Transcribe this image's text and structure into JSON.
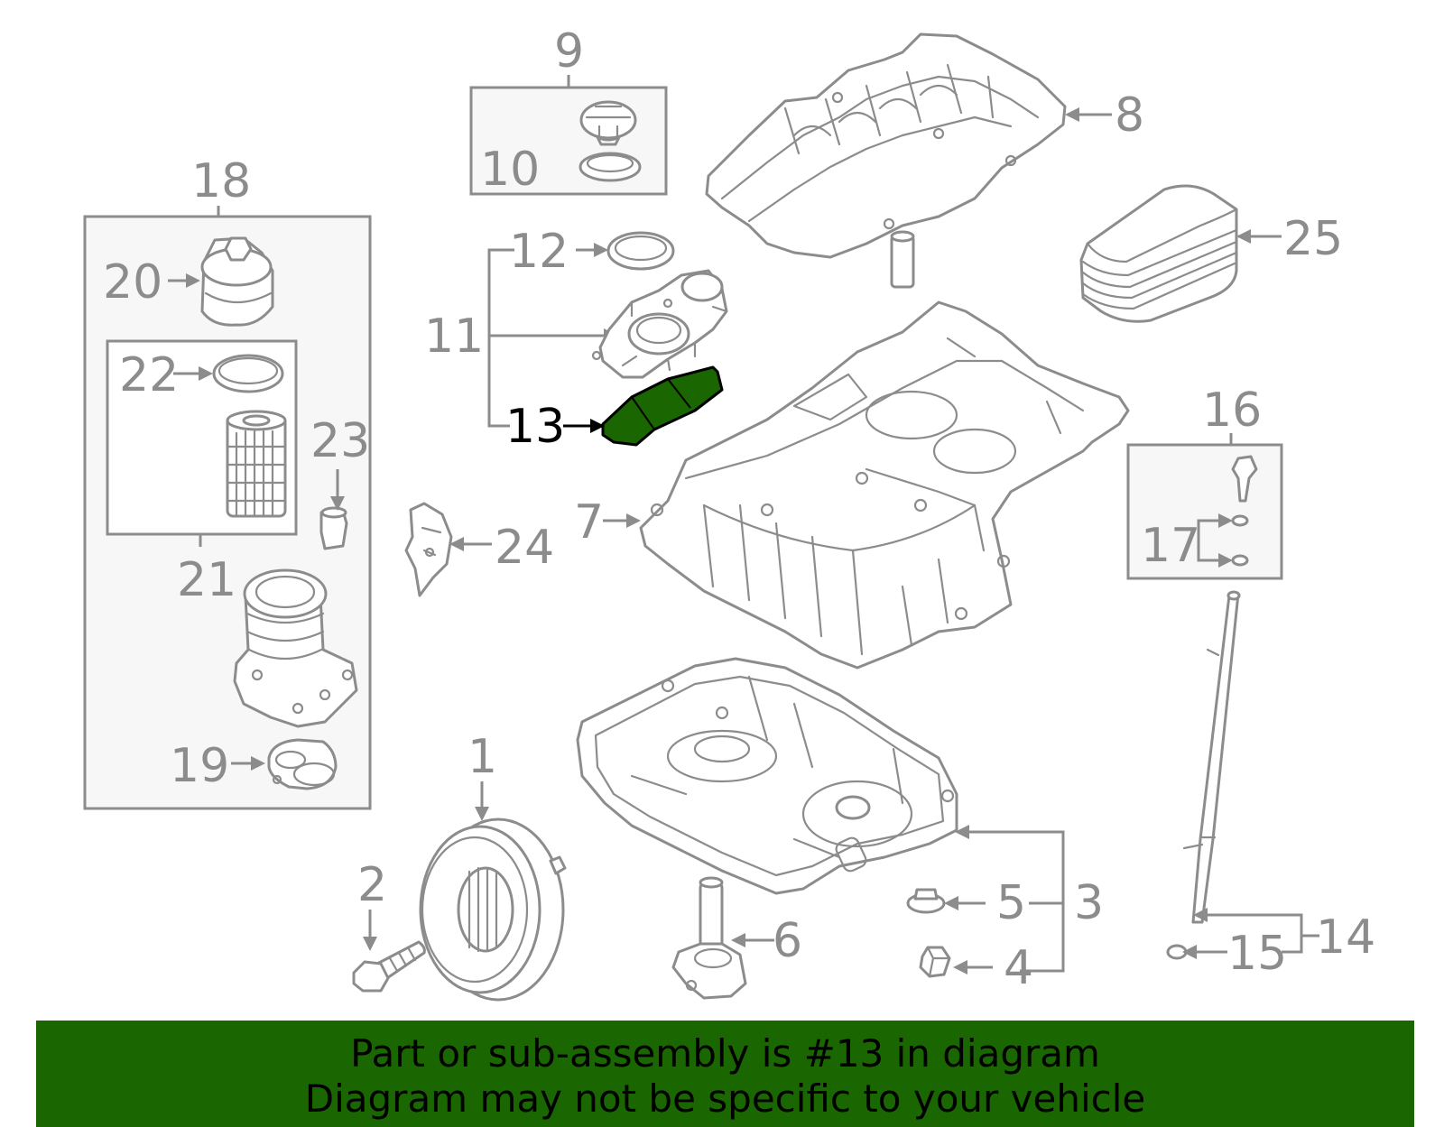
{
  "diagram": {
    "callouts": {
      "c1": "1",
      "c2": "2",
      "c3": "3",
      "c4": "4",
      "c5": "5",
      "c6": "6",
      "c7": "7",
      "c8": "8",
      "c9": "9",
      "c10": "10",
      "c11": "11",
      "c12": "12",
      "c13": "13",
      "c14": "14",
      "c15": "15",
      "c16": "16",
      "c17": "17",
      "c18": "18",
      "c19": "19",
      "c20": "20",
      "c21": "21",
      "c22": "22",
      "c23": "23",
      "c24": "24",
      "c25": "25"
    },
    "highlight_part": "13",
    "colors": {
      "highlight_fill": "#1a6600",
      "line": "#8c8c8c",
      "banner": "#1a6600"
    }
  },
  "banner": {
    "line1": "Part or sub-assembly is #13 in diagram",
    "line2": "Diagram may not be specific to your vehicle"
  }
}
